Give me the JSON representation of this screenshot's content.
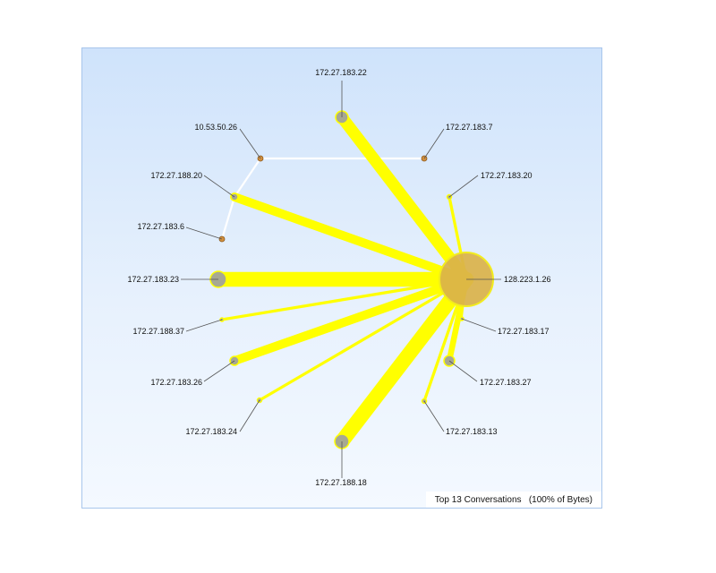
{
  "caption": "Top 13 Conversations   (100% of Bytes)",
  "colors": {
    "conversation_line": "#ffff00",
    "conversation_line_edge": "#e6e600",
    "internal_line": "#ffffff",
    "hub_fill": "#dab24a",
    "hub_stroke": "#f2ec1e",
    "node_fill_gray": "#a7a892",
    "node_fill_orange": "#d18e3c",
    "leader_line": "#555555"
  },
  "hub": {
    "name": "hub-128-223-1-26",
    "label": "128.223.1.26"
  },
  "nodes": [
    {
      "name": "node-172-27-183-22",
      "label": "172.27.183.22",
      "weight": 8
    },
    {
      "name": "node-172-27-183-7",
      "label": "172.27.183.7",
      "weight": 0
    },
    {
      "name": "node-172-27-183-20",
      "label": "172.27.183.20",
      "weight": 2
    },
    {
      "name": "node-172-27-183-17",
      "label": "172.27.183.17",
      "weight": 1
    },
    {
      "name": "node-172-27-183-27",
      "label": "172.27.183.27",
      "weight": 4
    },
    {
      "name": "node-172-27-183-13",
      "label": "172.27.183.13",
      "weight": 2
    },
    {
      "name": "node-172-27-188-18",
      "label": "172.27.188.18",
      "weight": 10
    },
    {
      "name": "node-172-27-183-24",
      "label": "172.27.183.24",
      "weight": 2
    },
    {
      "name": "node-172-27-183-26",
      "label": "172.27.183.26",
      "weight": 6
    },
    {
      "name": "node-172-27-188-37",
      "label": "172.27.188.37",
      "weight": 2
    },
    {
      "name": "node-172-27-183-23",
      "label": "172.27.183.23",
      "weight": 10
    },
    {
      "name": "node-172-27-183-6",
      "label": "172.27.183.6",
      "weight": 0
    },
    {
      "name": "node-172-27-188-20",
      "label": "172.27.188.20",
      "weight": 6
    },
    {
      "name": "node-10-53-50-26",
      "label": "10.53.50.26",
      "weight": 0
    }
  ],
  "internal_links": [
    [
      "node-10-53-50-26",
      "node-172-27-183-7"
    ],
    [
      "node-10-53-50-26",
      "node-172-27-188-20"
    ],
    [
      "node-172-27-188-20",
      "node-172-27-183-6"
    ]
  ]
}
